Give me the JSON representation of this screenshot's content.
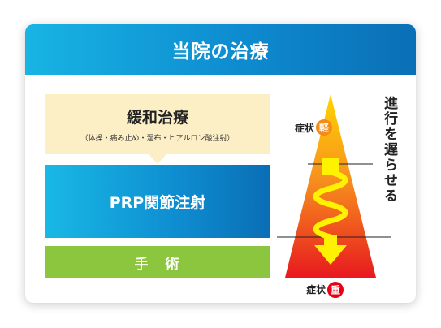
{
  "header": {
    "title": "当院の治療"
  },
  "steps": {
    "conservative": {
      "title": "緩和治療",
      "subtitle": "（体操・痛み止め・湿布・ヒアルロン酸注射）"
    },
    "prp": {
      "title": "PRP関節注射"
    },
    "surgery": {
      "title": "手　術"
    }
  },
  "pyramid": {
    "top_label": "症状",
    "top_badge": "軽",
    "bottom_label": "症状",
    "bottom_badge": "重",
    "side_text": "進行を遅らせる"
  },
  "colors": {
    "header_blue": "#0e8bd0",
    "cream": "#fcefc5",
    "green": "#8cc63f",
    "badge_orange": "#f08b1c",
    "badge_red": "#e60012",
    "arrow_yellow": "#fff200"
  }
}
